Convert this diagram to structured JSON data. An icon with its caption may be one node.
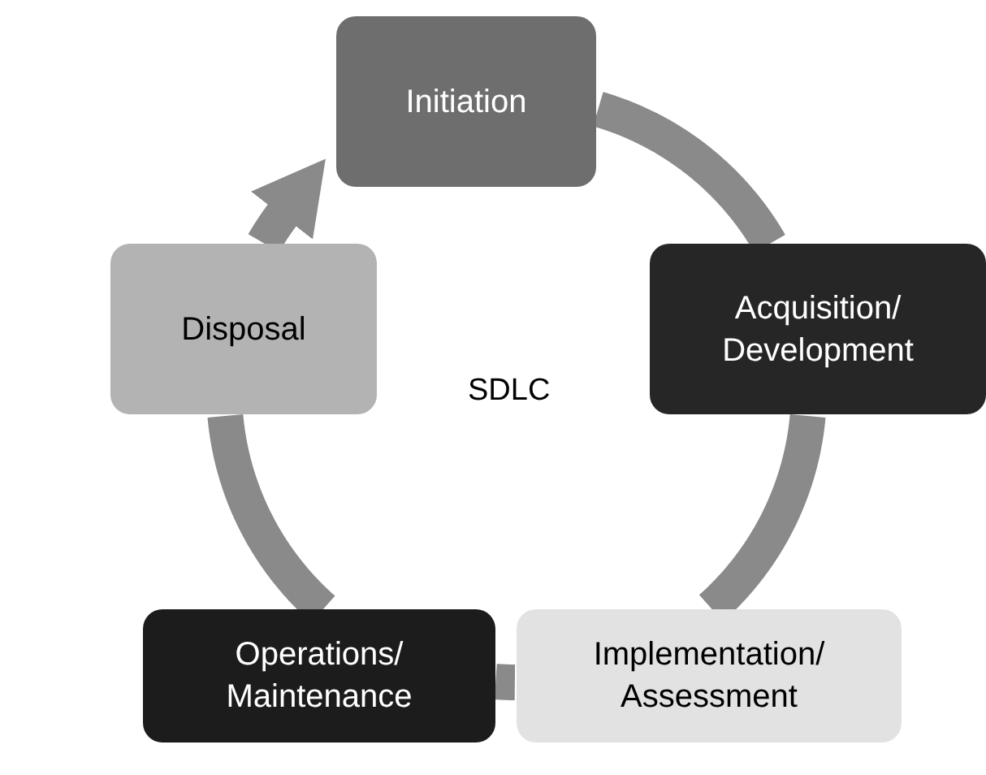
{
  "diagram": {
    "nodes": [
      {
        "text": [
          "Initiation"
        ]
      },
      {
        "text": [
          "Acquisition/ Development"
        ]
      },
      {
        "text": [
          "Implementation/ Assessment"
        ]
      },
      {
        "text": [
          "Operations/ Maintenance"
        ]
      },
      {
        "text": [
          "Disposal"
        ]
      }
    ],
    "edges": [
      {
        "from": 0,
        "to": 1,
        "arrow": "none"
      },
      {
        "from": 1,
        "to": 2,
        "arrow": "none"
      },
      {
        "from": 2,
        "to": 3,
        "arrow": "none"
      },
      {
        "from": 3,
        "to": 4,
        "arrow": "none"
      },
      {
        "from": 4,
        "to": 0,
        "arrow": "to"
      }
    ],
    "labels": [
      "SDLC"
    ]
  }
}
